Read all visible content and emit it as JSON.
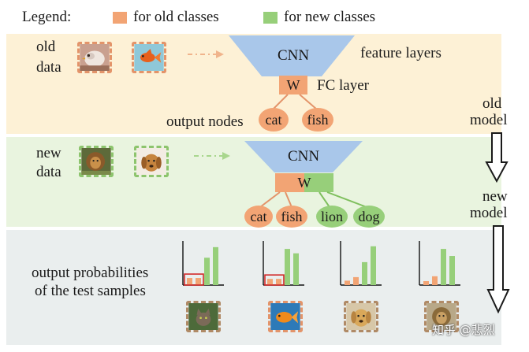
{
  "legend": {
    "title": "Legend:",
    "old_label": "for old classes",
    "new_label": "for new classes",
    "old_color": "#f2a474",
    "new_color": "#97cf7a"
  },
  "colors": {
    "band_old": "#fdf1d6",
    "band_new": "#e9f4df",
    "band_test": "#eaeeee",
    "cnn": "#a9c7ea",
    "highlight": "#d22a2a"
  },
  "old_section": {
    "label_line1": "old",
    "label_line2": "data",
    "images": [
      "bird-image",
      "goldfish-image"
    ],
    "cnn_label": "CNN",
    "feature_label": "feature layers",
    "w_label": "W",
    "fc_label": "FC layer",
    "output_label": "output nodes",
    "nodes": [
      "cat",
      "fish"
    ]
  },
  "new_section": {
    "label_line1": "new",
    "label_line2": "data",
    "images": [
      "lion-image",
      "dog-image"
    ],
    "cnn_label": "CNN",
    "w_label": "W",
    "nodes": [
      {
        "label": "cat",
        "group": "old"
      },
      {
        "label": "fish",
        "group": "old"
      },
      {
        "label": "lion",
        "group": "new"
      },
      {
        "label": "dog",
        "group": "new"
      }
    ]
  },
  "side": {
    "old_model_line1": "old",
    "old_model_line2": "model",
    "new_model_line1": "new",
    "new_model_line2": "model"
  },
  "test_section": {
    "label_line1": "output probabilities",
    "label_line2": "of the test samples"
  },
  "chart_data": [
    {
      "type": "bar",
      "sample": "cat",
      "categories": [
        "cat",
        "fish",
        "lion",
        "dog"
      ],
      "values": [
        0.16,
        0.16,
        0.62,
        0.86
      ],
      "highlight_old": true
    },
    {
      "type": "bar",
      "sample": "goldfish",
      "categories": [
        "cat",
        "fish",
        "lion",
        "dog"
      ],
      "values": [
        0.14,
        0.14,
        0.82,
        0.72
      ],
      "highlight_old": true
    },
    {
      "type": "bar",
      "sample": "dog",
      "categories": [
        "cat",
        "fish",
        "lion",
        "dog"
      ],
      "values": [
        0.1,
        0.18,
        0.52,
        0.88
      ],
      "highlight_old": false
    },
    {
      "type": "bar",
      "sample": "lion",
      "categories": [
        "cat",
        "fish",
        "lion",
        "dog"
      ],
      "values": [
        0.09,
        0.2,
        0.82,
        0.66
      ],
      "highlight_old": false
    }
  ],
  "watermark": "知乎 @悲烈"
}
